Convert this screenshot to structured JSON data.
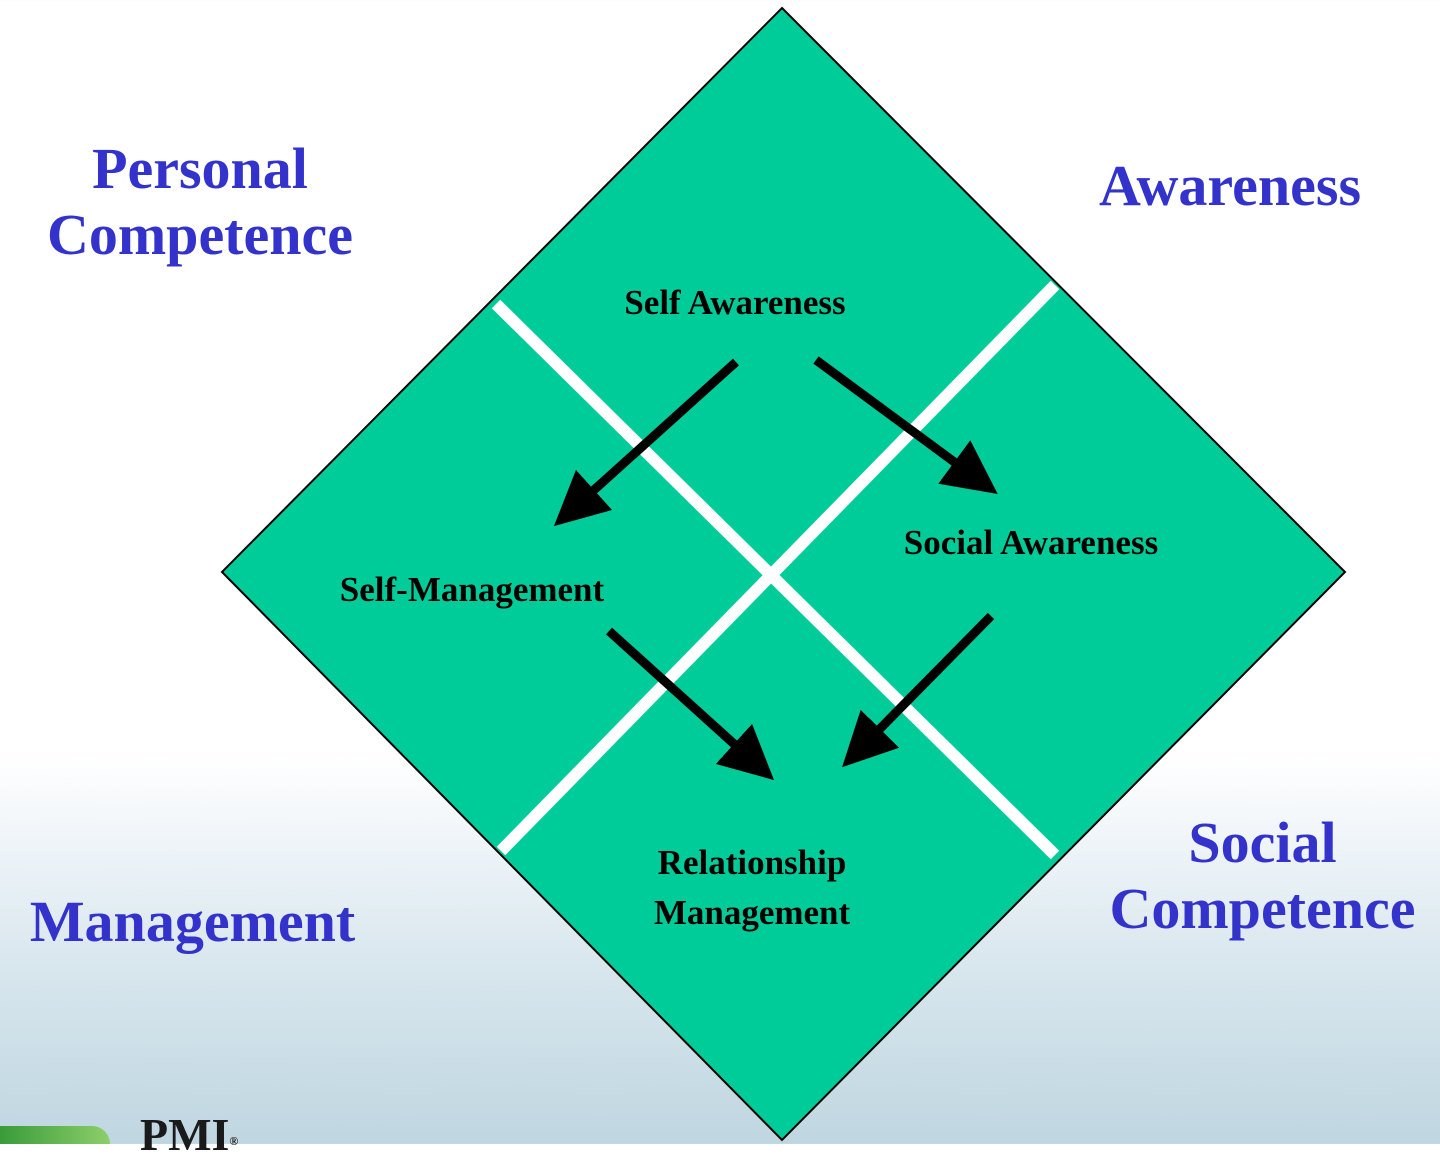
{
  "corners": {
    "top_left": [
      "Personal",
      "Competence"
    ],
    "top_right": "Awareness",
    "bottom_left": "Management",
    "bottom_right": [
      "Social",
      "Competence"
    ]
  },
  "quadrants": {
    "top": "Self Awareness",
    "left": "Self-Management",
    "right": "Social Awareness",
    "bottom": [
      "Relationship",
      "Management"
    ]
  },
  "logo": {
    "text": "PMI",
    "mark": "®"
  },
  "colors": {
    "quadrant_fill": "#00cc99",
    "divider": "#ffffff",
    "corner_text": "#3333cc",
    "quadrant_text": "#000000",
    "arrow": "#000000"
  },
  "arrows": [
    {
      "from": "Self Awareness",
      "to": "Self-Management"
    },
    {
      "from": "Self Awareness",
      "to": "Social Awareness"
    },
    {
      "from": "Self-Management",
      "to": "Relationship Management"
    },
    {
      "from": "Social Awareness",
      "to": "Relationship Management"
    }
  ]
}
